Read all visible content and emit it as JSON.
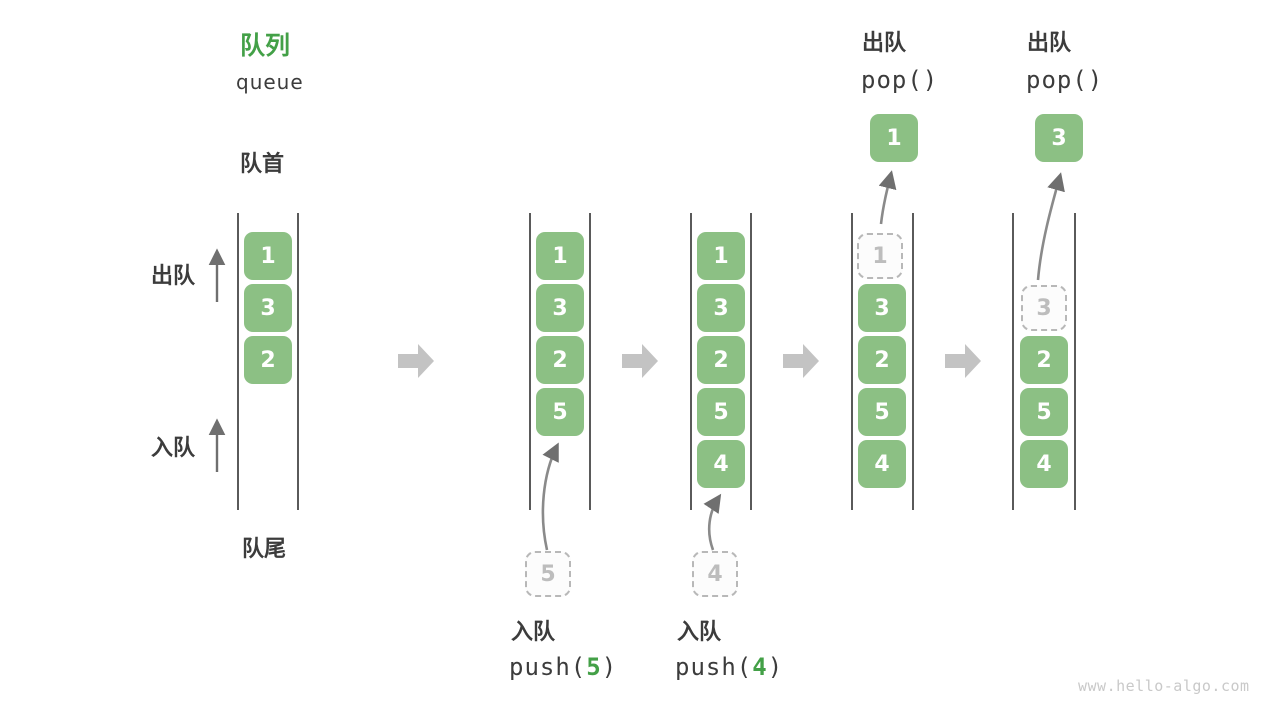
{
  "title": {
    "zh": "队列",
    "en": "queue"
  },
  "labels": {
    "front": "队首",
    "rear": "队尾",
    "dequeue_side": "出队",
    "enqueue_side": "入队"
  },
  "operations": {
    "push5": {
      "label": "入队",
      "fn": "push(",
      "arg": "5",
      "close": ")"
    },
    "push4": {
      "label": "入队",
      "fn": "push(",
      "arg": "4",
      "close": ")"
    },
    "pop1": {
      "label": "出队",
      "code": "pop()"
    },
    "pop2": {
      "label": "出队",
      "code": "pop()"
    }
  },
  "states": {
    "s1": {
      "cells": [
        "1",
        "3",
        "2"
      ]
    },
    "s2": {
      "cells": [
        "1",
        "3",
        "2",
        "5"
      ],
      "incoming": "5"
    },
    "s3": {
      "cells": [
        "1",
        "3",
        "2",
        "5",
        "4"
      ],
      "incoming": "4"
    },
    "s4": {
      "removed": "1",
      "cells": [
        "3",
        "2",
        "5",
        "4"
      ],
      "popped": "1"
    },
    "s5": {
      "removed": "3",
      "cells": [
        "2",
        "5",
        "4"
      ],
      "popped": "3"
    }
  },
  "icons": {
    "step_arrow": "right-block-arrow-icon",
    "flow_arrow": "up-arrow-icon",
    "transfer_arrow": "curved-up-arrow-icon"
  },
  "colors": {
    "box_green": "#8CC084",
    "accent_green": "#43A047",
    "text_dark": "#3C3C3C",
    "block_arrow_gray": "#C3C3C3",
    "wall_gray": "#5A5A5A",
    "dashed_gray": "#B8B8B8",
    "watermark_gray": "#C9C9C9"
  },
  "page": {
    "watermark": "www.hello-algo.com"
  }
}
